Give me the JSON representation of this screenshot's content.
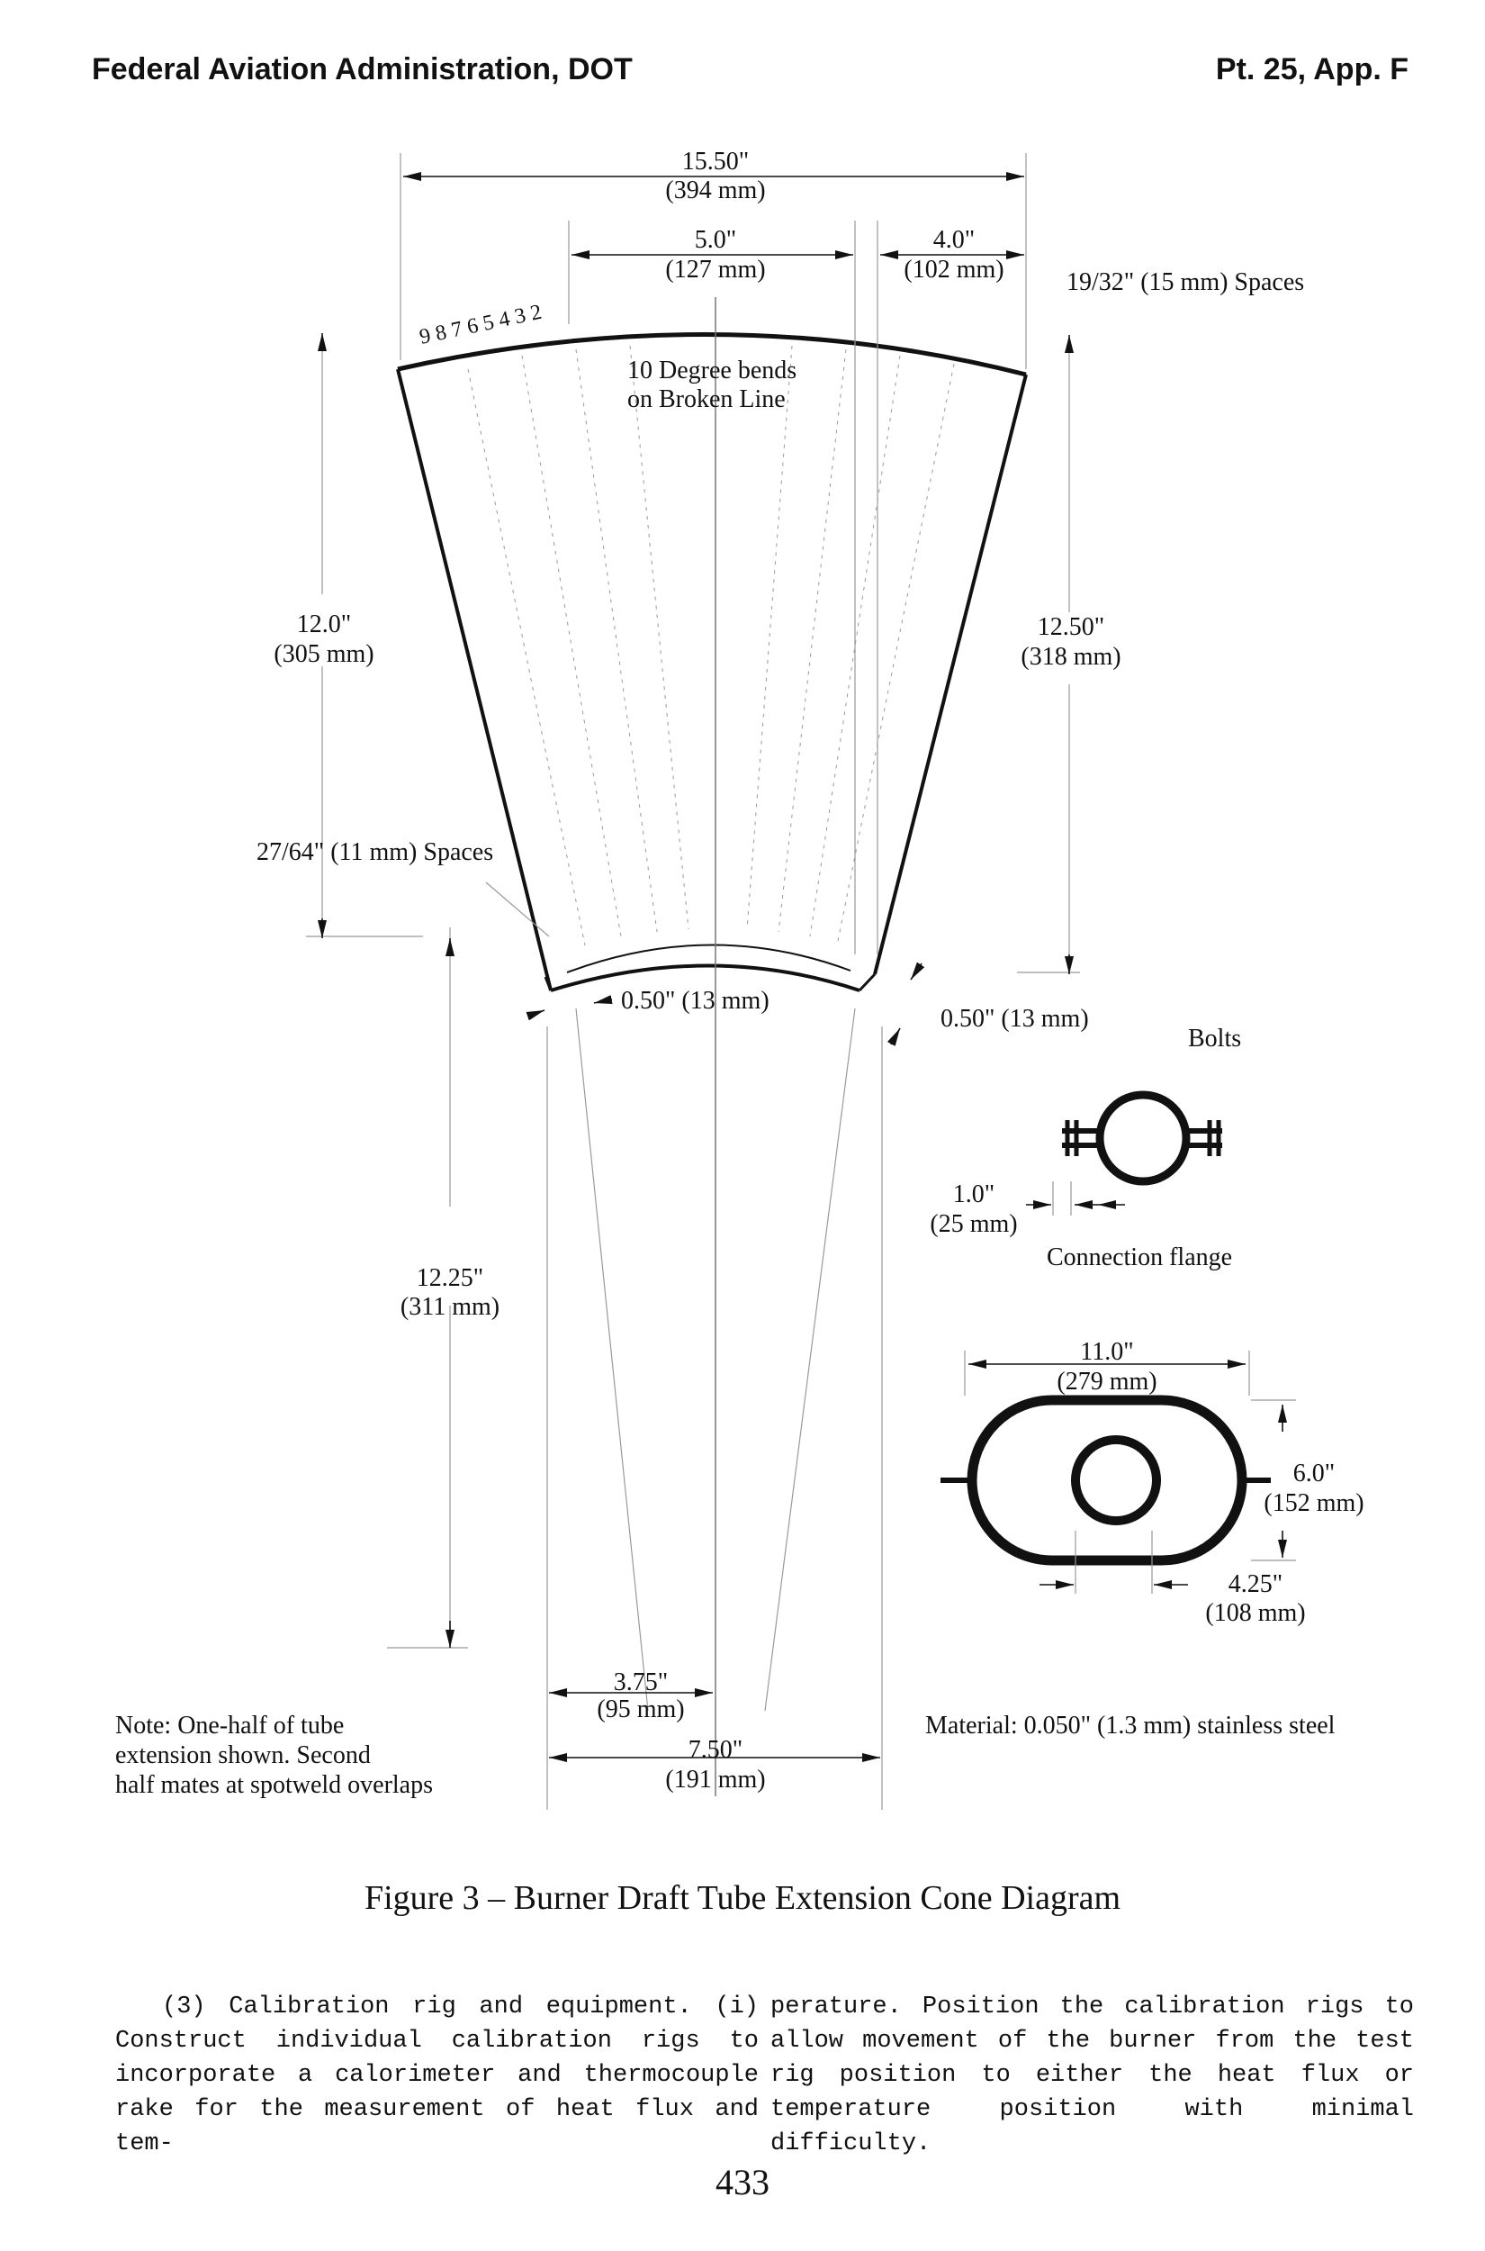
{
  "header": {
    "left": "Federal Aviation Administration, DOT",
    "right": "Pt. 25, App. F"
  },
  "diagram": {
    "dim_top_width": [
      "15.50\"",
      "(394 mm)"
    ],
    "dim_center_top": [
      "5.0\"",
      "(127 mm)"
    ],
    "dim_right_top": [
      "4.0\"",
      "(102 mm)"
    ],
    "spaces_top": "19/32\" (15 mm) Spaces",
    "hole_numbers": "9 8 7 6 5 4 3 2",
    "bend_note": [
      "10 Degree bends",
      "on Broken Line"
    ],
    "dim_left_height": [
      "12.0\"",
      "(305 mm)"
    ],
    "dim_right_height": [
      "12.50\"",
      "(318 mm)"
    ],
    "spaces_side": "27/64\" (11 mm) Spaces",
    "flange_width_left": "0.50\" (13 mm)",
    "flange_width_right": "0.50\" (13 mm)",
    "bolts_label": "Bolts",
    "flange_gap": [
      "1.0\"",
      "(25 mm)"
    ],
    "connection_flange_label": "Connection flange",
    "oval_width": [
      "11.0\"",
      "(279 mm)"
    ],
    "oval_height": [
      "6.0\"",
      "(152 mm)"
    ],
    "inner_offset": [
      "4.25\"",
      "(108 mm)"
    ],
    "extension_height": [
      "12.25\"",
      "(311 mm)"
    ],
    "bottom_half_width": [
      "3.75\"",
      "(95 mm)"
    ],
    "bottom_width": [
      "7.50\"",
      "(191 mm)"
    ],
    "note": [
      "Note: One-half of tube",
      "extension shown. Second",
      "half mates at spotweld overlaps"
    ],
    "material": "Material: 0.050\" (1.3 mm) stainless steel"
  },
  "caption": "Figure 3 – Burner Draft Tube Extension Cone Diagram",
  "body": {
    "col1": "(3) Calibration rig and equipment. (i) Construct individual calibration rigs to incorporate a calorimeter and thermocouple rake for the measurement of heat flux and tem-",
    "col2": "perature. Position the calibration rigs to allow movement of the burner from the test rig position to either the heat flux or temperature position with minimal difficulty."
  },
  "page_number": "433"
}
